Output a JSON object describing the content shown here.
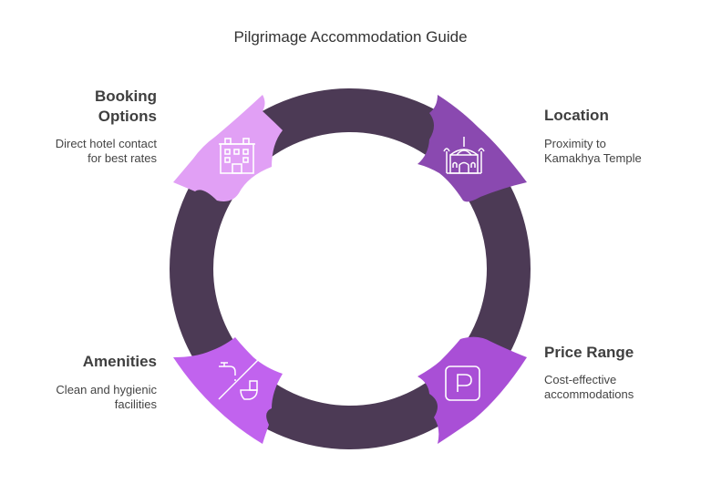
{
  "title": "Pilgrimage Accommodation Guide",
  "colors": {
    "ring": "#4c3a55",
    "booking": "#e1a0f5",
    "location": "#8a49b0",
    "price": "#a94fd6",
    "amenities": "#c163ee"
  },
  "segments": [
    {
      "id": "booking",
      "title_lines": [
        "Booking",
        "Options"
      ],
      "desc_lines": [
        "Direct hotel contact",
        "for best rates"
      ],
      "icon": "hotel-building-icon"
    },
    {
      "id": "location",
      "title_lines": [
        "Location"
      ],
      "desc_lines": [
        "Proximity to",
        "Kamakhya Temple"
      ],
      "icon": "temple-icon"
    },
    {
      "id": "price",
      "title_lines": [
        "Price Range"
      ],
      "desc_lines": [
        "Cost-effective",
        "accommodations"
      ],
      "icon": "parking-p-icon"
    },
    {
      "id": "amenities",
      "title_lines": [
        "Amenities"
      ],
      "desc_lines": [
        "Clean and hygienic",
        "facilities"
      ],
      "icon": "faucet-toilet-icon"
    }
  ]
}
